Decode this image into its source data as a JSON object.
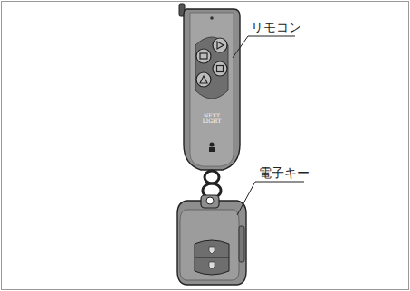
{
  "diagram": {
    "labels": [
      "リモコン",
      "電子キー",
      "NEXT LIGHT"
    ]
  }
}
